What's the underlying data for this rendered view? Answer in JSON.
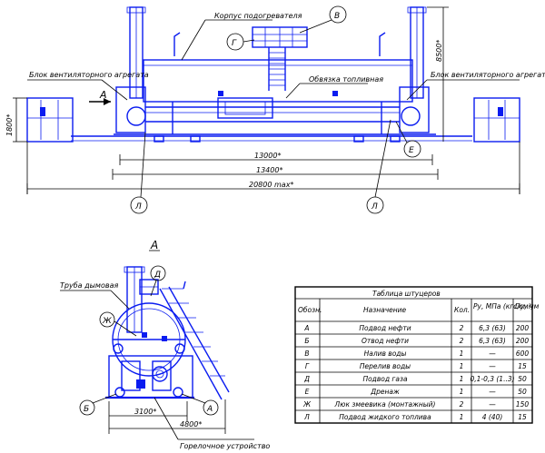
{
  "top_view": {
    "label_housing": "Корпус подогревателя",
    "label_fan_left": "Блок вентиляторного агрегата",
    "label_fan_right": "Блок вентиляторного агрегата",
    "label_piping": "Обвязка топливная",
    "view_arrow": "А",
    "dim_height_left": "1800*",
    "dim_height_right": "8500*",
    "dim_13000": "13000*",
    "dim_13400": "13400*",
    "dim_20800": "20800 max*",
    "callout_v": "В",
    "callout_g": "Г",
    "callout_e": "Е",
    "callout_l1": "Л",
    "callout_l2": "Л"
  },
  "side_view": {
    "title": "А",
    "label_chimney": "Труба дымовая",
    "label_burner": "Горелочное устройство",
    "callout_d": "Д",
    "callout_zh": "Ж",
    "callout_b": "Б",
    "callout_a": "А",
    "dim_3100": "3100*",
    "dim_4800": "4800*"
  },
  "table": {
    "title": "Таблица штуцеров",
    "headers": [
      "Обозн.",
      "Назначение",
      "Кол.",
      "Pу, МПа (кгс/см²)",
      "Dу, мм"
    ],
    "rows": [
      [
        "А",
        "Подвод нефти",
        "2",
        "6,3 (63)",
        "200"
      ],
      [
        "Б",
        "Отвод нефти",
        "2",
        "6,3 (63)",
        "200"
      ],
      [
        "В",
        "Налив воды",
        "1",
        "—",
        "600"
      ],
      [
        "Г",
        "Перелив воды",
        "1",
        "—",
        "15"
      ],
      [
        "Д",
        "Подвод газа",
        "1",
        "0,1-0,3 (1..3)",
        "50"
      ],
      [
        "Е",
        "Дренаж",
        "1",
        "—",
        "50"
      ],
      [
        "Ж",
        "Люк змеевика (монтажный)",
        "2",
        "—",
        "150"
      ],
      [
        "Л",
        "Подвод жидкого топлива",
        "1",
        "4 (40)",
        "15"
      ]
    ]
  }
}
